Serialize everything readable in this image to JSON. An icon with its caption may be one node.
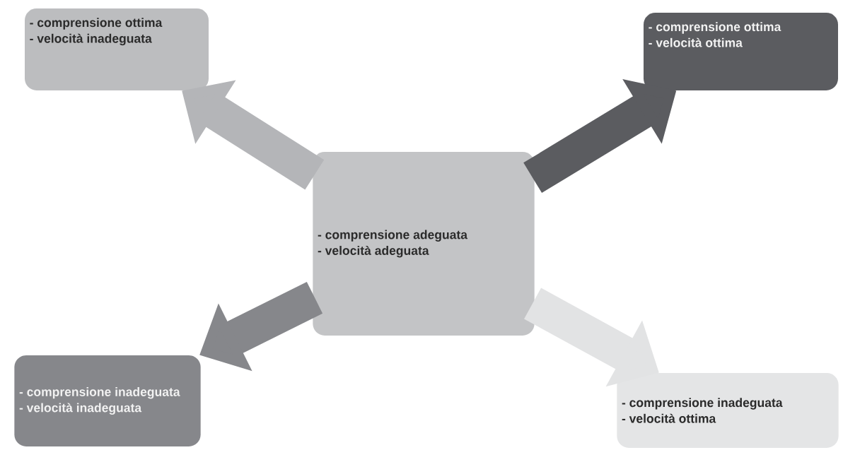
{
  "diagram": {
    "nodes": [
      {
        "text": [
          "- comprensione adeguata",
          "- velocità adeguata"
        ]
      },
      {
        "text": [
          "- comprensione ottima",
          "- velocità inadeguata"
        ]
      },
      {
        "text": [
          "- comprensione ottima",
          "- velocità ottima"
        ]
      },
      {
        "text": [
          "- comprensione inadeguata",
          "- velocità inadeguata"
        ]
      },
      {
        "text": [
          "- comprensione inadeguata",
          "- velocità ottima"
        ]
      }
    ],
    "edges": [
      {
        "from": 0,
        "to": 1,
        "arrow": "to",
        "color": "#b4b5b8"
      },
      {
        "from": 0,
        "to": 2,
        "arrow": "to",
        "color": "#5b5c60"
      },
      {
        "from": 0,
        "to": 3,
        "arrow": "to",
        "color": "#86878b"
      },
      {
        "from": 0,
        "to": 4,
        "arrow": "to",
        "color": "#e2e3e4"
      }
    ]
  }
}
